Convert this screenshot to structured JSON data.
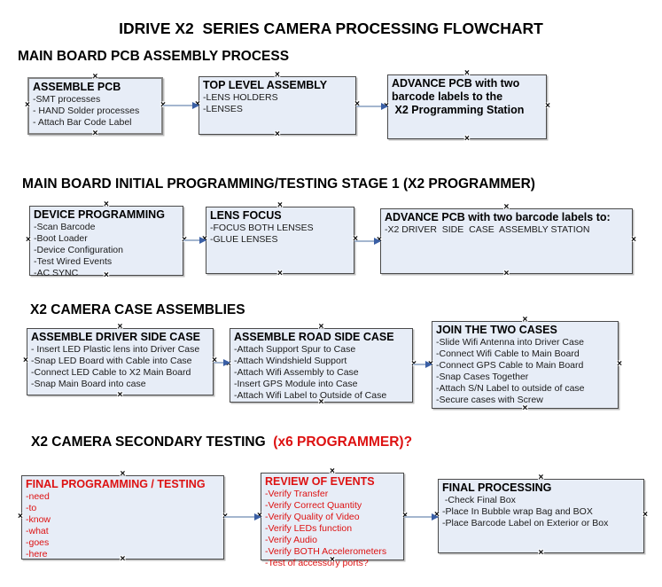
{
  "title": "IDRIVE X2  SERIES CAMERA PROCESSING FLOWCHART",
  "colors": {
    "box_fill": "#e7edf7",
    "box_border": "#4a4a4a",
    "gray_box_border": "#838383",
    "connector_line": "#a4b6cf",
    "connector_arrow": "#3a5fa5",
    "red_text": "#dd1111",
    "black_text": "#000000"
  },
  "icons": {
    "connection_point_marker": "×"
  },
  "sections": [
    {
      "heading": "MAIN BOARD PCB ASSEMBLY PROCESS",
      "boxes": [
        {
          "title": "ASSEMBLE PCB",
          "items": [
            "-SMT processes",
            "- HAND Solder processes",
            "- Attach Bar Code Label"
          ]
        },
        {
          "title": "TOP LEVEL ASSEMBLY",
          "items": [
            "-LENS HOLDERS",
            "-LENSES"
          ]
        },
        {
          "title": "ADVANCE PCB with two\nbarcode labels to the\n X2 Programming Station",
          "items": []
        }
      ]
    },
    {
      "heading": "MAIN BOARD INITIAL PROGRAMMING/TESTING STAGE 1 (X2 PROGRAMMER)",
      "boxes": [
        {
          "title": "DEVICE PROGRAMMING",
          "items": [
            "-Scan Barcode",
            "-Boot Loader",
            "-Device Configuration",
            "-Test Wired Events",
            "-AC SYNC"
          ]
        },
        {
          "title": "LENS FOCUS",
          "items": [
            "-FOCUS BOTH LENSES",
            "-GLUE LENSES"
          ]
        },
        {
          "title": "ADVANCE PCB with two barcode labels to:",
          "items": [
            "-X2 DRIVER  SIDE  CASE  ASSEMBLY STATION"
          ]
        }
      ]
    },
    {
      "heading": "X2 CAMERA CASE ASSEMBLIES",
      "boxes": [
        {
          "title": "ASSEMBLE DRIVER SIDE CASE",
          "items": [
            "- Insert LED Plastic lens into Driver Case",
            "-Snap LED Board with Cable into Case",
            "-Connect LED Cable to X2 Main Board",
            "-Snap Main Board into case"
          ]
        },
        {
          "title": "ASSEMBLE ROAD SIDE CASE",
          "items": [
            "-Attach Support Spur to Case",
            "-Attach Windshield Support",
            "-Attach Wifi Assembly to Case",
            "-Insert GPS Module into Case",
            "-Attach Wifi Label to Outside of Case"
          ]
        },
        {
          "title": "JOIN THE TWO CASES",
          "items": [
            "-Slide Wifi Antenna into Driver Case",
            "-Connect Wifi Cable to Main Board",
            "-Connect GPS Cable to Main Board",
            "-Snap Cases Together",
            "-Attach S/N Label to outside of case",
            "-Secure cases with Screw"
          ]
        }
      ]
    },
    {
      "heading": "X2 CAMERA SECONDARY TESTING ",
      "heading_suffix": " (x6 PROGRAMMER)?",
      "boxes": [
        {
          "title": "FINAL PROGRAMMING / TESTING",
          "items": [
            "-need",
            "-to",
            "-know",
            "-what",
            "-goes",
            "-here"
          ]
        },
        {
          "title": "REVIEW OF EVENTS",
          "items": [
            "-Verify Transfer",
            "-Verify Correct Quantity",
            "-Verify Quality of Video",
            "-Verify LEDs function",
            "-Verify Audio",
            "-Verify BOTH Accelerometers",
            "-Test of accessory ports?"
          ]
        },
        {
          "title": "FINAL PROCESSING",
          "items": [
            " -Check Final Box",
            "-Place In Bubble wrap Bag and BOX",
            "-Place Barcode Label on Exterior or Box"
          ]
        }
      ]
    }
  ]
}
